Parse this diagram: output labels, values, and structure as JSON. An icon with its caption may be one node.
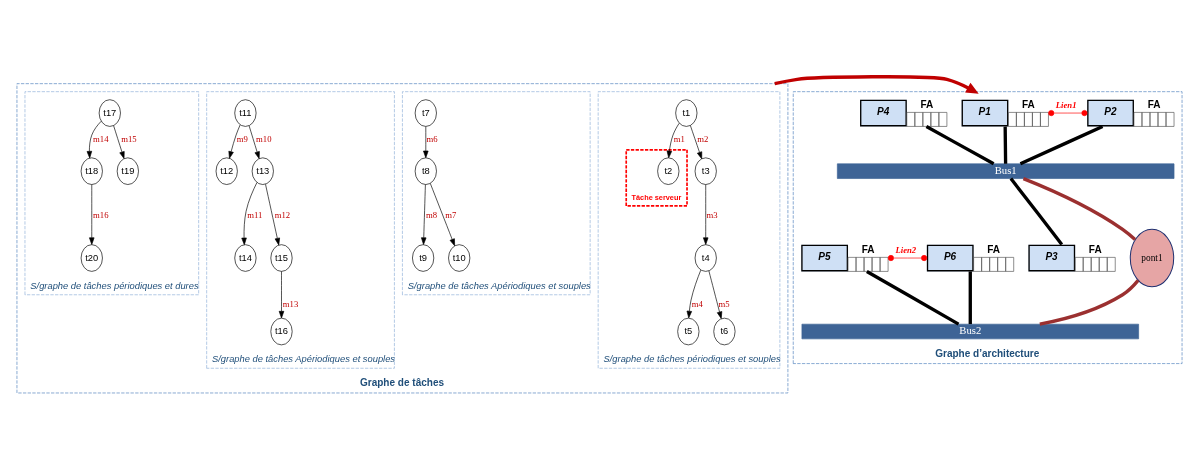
{
  "diagram": {
    "nodes": [
      {
        "text": [
          "Graphe de tâches"
        ]
      },
      {
        "text": [
          "S/graphe de tâches périodiques et souples"
        ],
        "in": 0
      },
      {
        "text": [
          "t1"
        ],
        "in": 1
      },
      {
        "text": [
          "Tâche serveur"
        ],
        "in": 1
      },
      {
        "text": [
          "t2"
        ],
        "in": 3
      },
      {
        "text": [
          "t3"
        ],
        "in": 1
      },
      {
        "text": [
          "t4"
        ],
        "in": 1
      },
      {
        "text": [
          "t5"
        ],
        "in": 1
      },
      {
        "text": [
          "t6"
        ],
        "in": 1
      },
      {
        "text": [
          "S/graphe de tâches Apériodiques et souples"
        ],
        "in": 0
      },
      {
        "text": [
          "t7"
        ],
        "in": 9
      },
      {
        "text": [
          "t8"
        ],
        "in": 9
      },
      {
        "text": [
          "t9"
        ],
        "in": 9
      },
      {
        "text": [
          "t10"
        ],
        "in": 9
      },
      {
        "text": [
          "S/graphe de tâches Apériodiques et souples"
        ],
        "in": 0
      },
      {
        "text": [
          "t11"
        ],
        "in": 14
      },
      {
        "text": [
          "t12"
        ],
        "in": 14
      },
      {
        "text": [
          "t13"
        ],
        "in": 14
      },
      {
        "text": [
          "t14"
        ],
        "in": 14
      },
      {
        "text": [
          "t15"
        ],
        "in": 14
      },
      {
        "text": [
          "t16"
        ],
        "in": 14
      },
      {
        "text": [
          "S/graphe de tâches périodiques et dures"
        ],
        "in": 0
      },
      {
        "text": [
          "t17"
        ],
        "in": 21
      },
      {
        "text": [
          "t18"
        ],
        "in": 21
      },
      {
        "text": [
          "t19"
        ],
        "in": 21
      },
      {
        "text": [
          "t20"
        ],
        "in": 21
      },
      {
        "text": [
          "Graphe d’architecture"
        ]
      },
      {
        "text": [
          "P1"
        ],
        "beside": [
          "FA"
        ],
        "in": 26
      },
      {
        "text": [
          "P2"
        ],
        "beside": [
          "FA"
        ],
        "in": 26
      },
      {
        "text": [
          "P4"
        ],
        "beside": [
          "FA"
        ],
        "in": 26
      },
      {
        "text": [
          "Bus1"
        ],
        "in": 26
      },
      {
        "text": [
          "P3"
        ],
        "beside": [
          "FA"
        ],
        "in": 26
      },
      {
        "text": [
          "pont1"
        ],
        "in": 26
      },
      {
        "text": [
          "P5"
        ],
        "beside": [
          "FA"
        ],
        "in": 26
      },
      {
        "text": [
          "P6"
        ],
        "beside": [
          "FA"
        ],
        "in": 26
      },
      {
        "text": [
          "Bus2"
        ],
        "in": 26
      }
    ],
    "edges": [
      {
        "from": 2,
        "to": 4,
        "arrow": "to",
        "label": "m1"
      },
      {
        "from": 2,
        "to": 5,
        "arrow": "to",
        "label": "m2"
      },
      {
        "from": 5,
        "to": 6,
        "arrow": "to",
        "label": "m3"
      },
      {
        "from": 6,
        "to": 7,
        "arrow": "to",
        "label": "m4"
      },
      {
        "from": 6,
        "to": 8,
        "arrow": "to",
        "label": "m5"
      },
      {
        "from": 10,
        "to": 11,
        "arrow": "to",
        "label": "m6"
      },
      {
        "from": 11,
        "to": 12,
        "arrow": "to",
        "label": "m8"
      },
      {
        "from": 11,
        "to": 13,
        "arrow": "to",
        "label": "m7"
      },
      {
        "from": 15,
        "to": 16,
        "arrow": "to",
        "label": "m9"
      },
      {
        "from": 15,
        "to": 17,
        "arrow": "to",
        "label": "m10"
      },
      {
        "from": 17,
        "to": 18,
        "arrow": "to",
        "label": "m11"
      },
      {
        "from": 17,
        "to": 19,
        "arrow": "to",
        "label": "m12"
      },
      {
        "from": 19,
        "to": 20,
        "arrow": "to",
        "label": "m13"
      },
      {
        "from": 22,
        "to": 23,
        "arrow": "to",
        "label": "m14"
      },
      {
        "from": 22,
        "to": 24,
        "arrow": "to",
        "label": "m15"
      },
      {
        "from": 23,
        "to": 25,
        "arrow": "to",
        "label": "m16"
      },
      {
        "from": 0,
        "to": 26,
        "arrow": "to",
        "style": "thick",
        "color": "#c00000"
      },
      {
        "from": 27,
        "to": 28,
        "arrow": "other",
        "label": "Lien1",
        "color": "#ff0000"
      },
      {
        "from": 27,
        "to": 30,
        "arrow": "none",
        "style": "thick"
      },
      {
        "from": 28,
        "to": 30,
        "arrow": "none",
        "style": "thick"
      },
      {
        "from": 29,
        "to": 30,
        "arrow": "none",
        "style": "thick"
      },
      {
        "from": 30,
        "to": 31,
        "arrow": "none",
        "style": "thick"
      },
      {
        "from": 30,
        "to": 32,
        "arrow": "none",
        "style": "thick",
        "color": "#9b3030"
      },
      {
        "from": 33,
        "to": 34,
        "arrow": "other",
        "label": "Lien2",
        "color": "#ff0000"
      },
      {
        "from": 33,
        "to": 35,
        "arrow": "none",
        "style": "thick"
      },
      {
        "from": 34,
        "to": 35,
        "arrow": "none",
        "style": "thick"
      },
      {
        "from": 32,
        "to": 35,
        "arrow": "none",
        "style": "thick",
        "color": "#9b3030"
      }
    ]
  }
}
